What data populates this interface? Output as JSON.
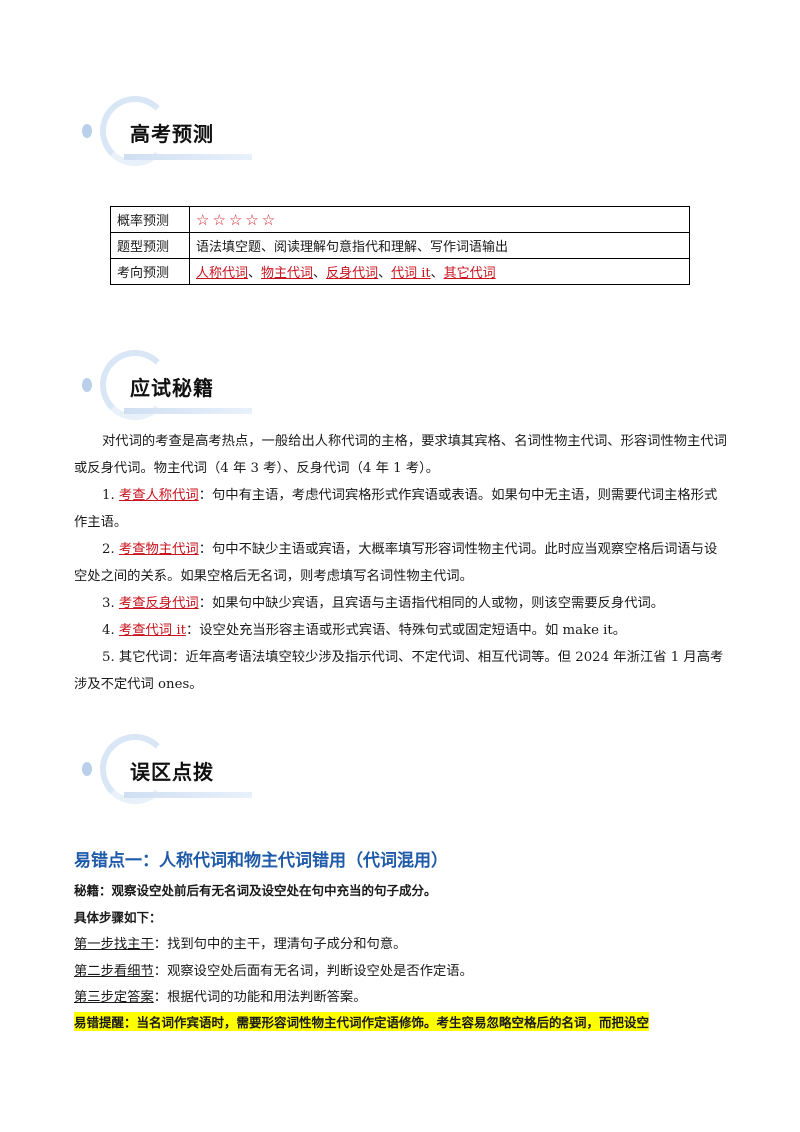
{
  "sections": {
    "forecast_title": "高考预测",
    "strategy_title": "应试秘籍",
    "mistakes_title": "误区点拨"
  },
  "table": {
    "rows": [
      {
        "label": "概率预测",
        "value": "☆☆☆☆☆"
      },
      {
        "label": "题型预测",
        "value": "语法填空题、阅读理解句意指代和理解、写作词语输出"
      },
      {
        "label": "考向预测",
        "items": [
          "人称代词",
          "物主代词",
          "反身代词",
          "代词 it",
          "其它代词"
        ],
        "sep": "、"
      }
    ]
  },
  "strategy": {
    "intro": "对代词的考查是高考热点，一般给出人称代词的主格，要求填其宾格、名词性物主代词、形容词性物主代词或反身代词。物主代词（4 年 3 考）、反身代词（4 年 1 考）。",
    "items": [
      {
        "num": "1.",
        "key": "考查人称代词",
        "text": "：句中有主语，考虑代词宾格形式作宾语或表语。如果句中无主语，则需要代词主格形式作主语。"
      },
      {
        "num": "2.",
        "key": "考查物主代词",
        "text": "：句中不缺少主语或宾语，大概率填写形容词性物主代词。此时应当观察空格后词语与设空处之间的关系。如果空格后无名词，则考虑填写名词性物主代词。"
      },
      {
        "num": "3.",
        "key": "考查反身代词",
        "text": "：如果句中缺少宾语，且宾语与主语指代相同的人或物，则该空需要反身代词。"
      },
      {
        "num": "4.",
        "key": "考查代词 it",
        "text": "：设空处充当形容主语或形式宾语、特殊句式或固定短语中。如 make  it。"
      },
      {
        "num": "5.",
        "key": "",
        "text": "其它代词：近年高考语法填空较少涉及指示代词、不定代词、相互代词等。但 2024 年浙江省 1 月高考涉及不定代词 ones。"
      }
    ]
  },
  "mistakes": {
    "topic": "易错点一：人称代词和物主代词错用（代词混用）",
    "secret": "秘籍：观察设空处前后有无名词及设空处在句中充当的句子成分。",
    "steps_title": "具体步骤如下：",
    "steps": [
      {
        "key": "第一步找主干",
        "text": "：找到句中的主干，理清句子成分和句意。"
      },
      {
        "key": "第二步看细节",
        "text": "：观察设空处后面有无名词，判断设空处是否作定语。"
      },
      {
        "key": "第三步定答案",
        "text": "：根据代词的功能和用法判断答案。"
      }
    ],
    "warning": "易错提醒：当名词作宾语时，需要形容词性物主代词作定语修饰。考生容易忽略空格后的名词，而把设空"
  },
  "colors": {
    "accent_red": "#c8141e",
    "topic_blue": "#1f5ba8",
    "highlight": "#ffff00"
  }
}
